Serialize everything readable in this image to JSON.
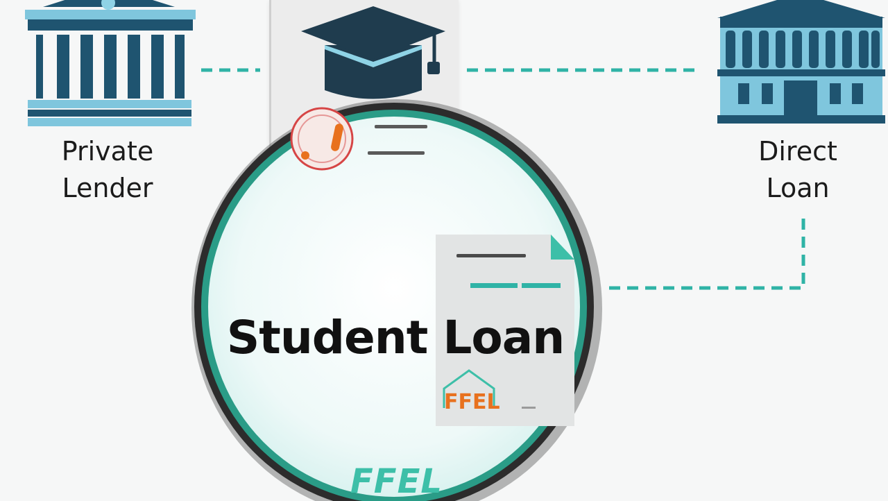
{
  "nodes": {
    "private_lender": {
      "line1": "Private",
      "line2": "Lender"
    },
    "direct_loan": {
      "line1": "Direct",
      "line2": "Loan"
    }
  },
  "lens": {
    "title": "Student Loan",
    "doc_badge": "FFEL",
    "bottom_label": "FFEL"
  },
  "icons": {
    "left_building": "bank-building-icon",
    "right_building": "government-building-icon",
    "cap": "graduation-cap-icon",
    "magnifier": "magnifying-glass-icon",
    "warning": "warning-badge-icon",
    "document": "document-icon"
  },
  "colors": {
    "navy": "#1f5470",
    "teal_line": "#2fb3a6",
    "light_blue": "#7fc6dd",
    "lens_ring": "#2a9c87",
    "ffel_orange": "#e8711e",
    "ffel_teal": "#3dbfa8"
  }
}
